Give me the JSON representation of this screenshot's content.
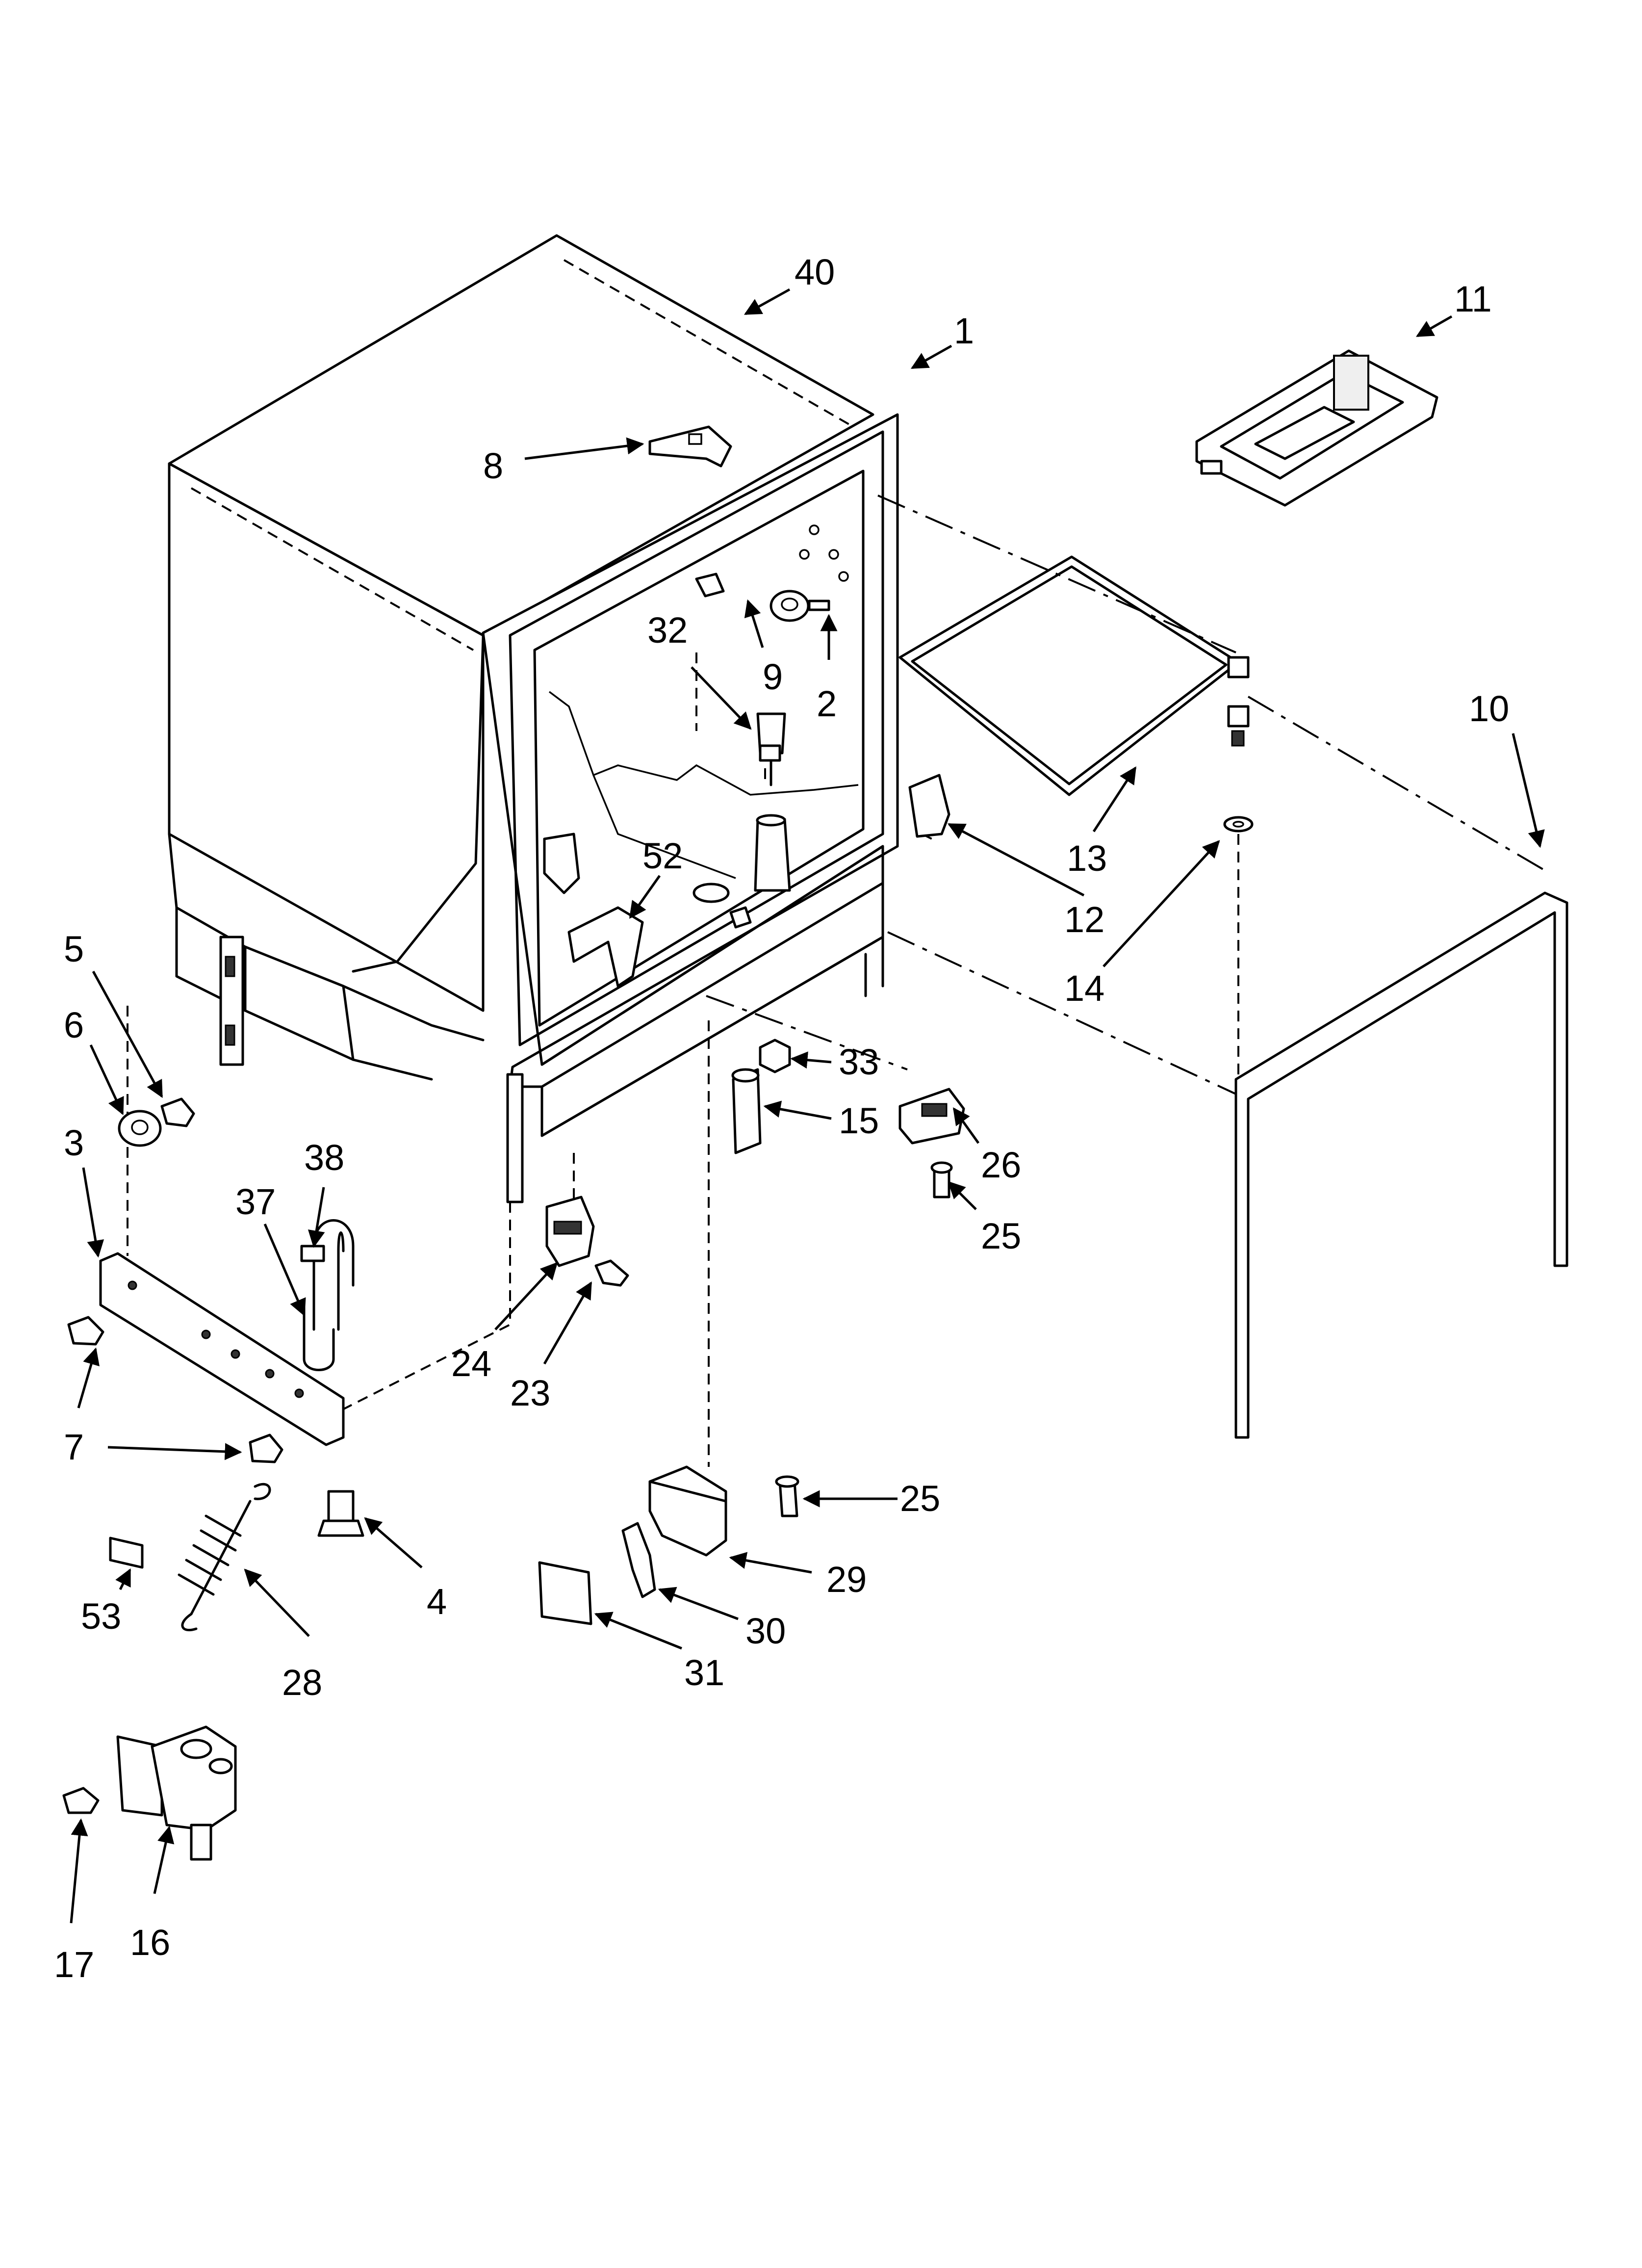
{
  "diagram": {
    "callouts": [
      {
        "id": "40",
        "label": "40"
      },
      {
        "id": "11",
        "label": "11"
      },
      {
        "id": "1",
        "label": "1"
      },
      {
        "id": "8",
        "label": "8"
      },
      {
        "id": "32",
        "label": "32"
      },
      {
        "id": "9",
        "label": "9"
      },
      {
        "id": "2",
        "label": "2"
      },
      {
        "id": "10",
        "label": "10"
      },
      {
        "id": "13",
        "label": "13"
      },
      {
        "id": "12",
        "label": "12"
      },
      {
        "id": "14",
        "label": "14"
      },
      {
        "id": "52",
        "label": "52"
      },
      {
        "id": "5",
        "label": "5"
      },
      {
        "id": "6",
        "label": "6"
      },
      {
        "id": "3",
        "label": "3"
      },
      {
        "id": "38",
        "label": "38"
      },
      {
        "id": "37",
        "label": "37"
      },
      {
        "id": "33",
        "label": "33"
      },
      {
        "id": "15",
        "label": "15"
      },
      {
        "id": "26",
        "label": "26"
      },
      {
        "id": "25a",
        "label": "25"
      },
      {
        "id": "24",
        "label": "24"
      },
      {
        "id": "23",
        "label": "23"
      },
      {
        "id": "7a",
        "label": "7"
      },
      {
        "id": "7b",
        "label": "7"
      },
      {
        "id": "4",
        "label": "4"
      },
      {
        "id": "53",
        "label": "53"
      },
      {
        "id": "28",
        "label": "28"
      },
      {
        "id": "25b",
        "label": "25"
      },
      {
        "id": "29",
        "label": "29"
      },
      {
        "id": "30",
        "label": "30"
      },
      {
        "id": "31",
        "label": "31"
      },
      {
        "id": "17",
        "label": "17"
      },
      {
        "id": "16",
        "label": "16"
      }
    ]
  }
}
